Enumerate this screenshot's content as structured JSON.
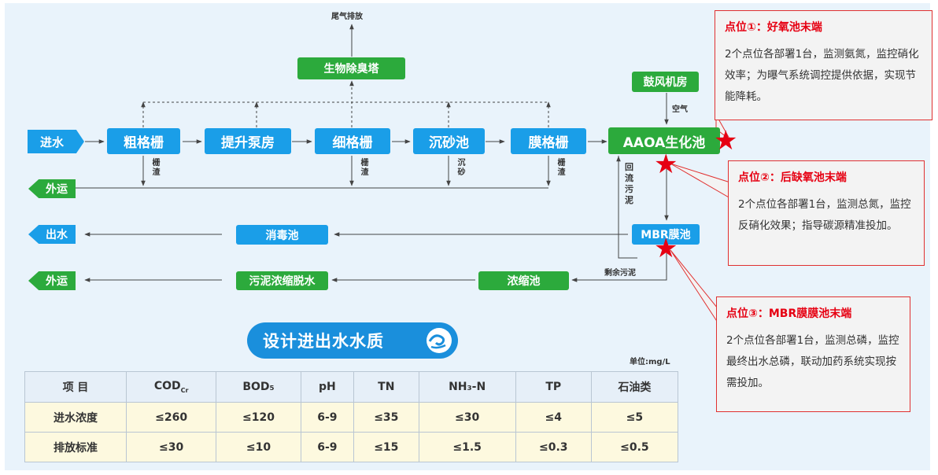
{
  "flow": {
    "exhaust": "尾气排放",
    "deodor": "生物除臭塔",
    "blower": "鼓风机房",
    "air": "空气",
    "inflow": "进水",
    "coarse_screen": "粗格栅",
    "lift_pump": "提升泵房",
    "fine_screen": "细格栅",
    "grit": "沉砂池",
    "membrane_screen": "膜格栅",
    "aaoa": "AAOA生化池",
    "screenings": "栅渣",
    "grit_sand": "沉砂",
    "transport_1": "外运",
    "reflux_sludge": "回流污泥",
    "mbr": "MBR膜池",
    "outflow": "出水",
    "disinfect": "消毒池",
    "excess_sludge": "剩余污泥",
    "thicken": "浓缩池",
    "dewater": "污泥浓缩脱水",
    "transport_2": "外运"
  },
  "callouts": [
    {
      "title": "点位①：好氧池末端",
      "body": "2个点位各部署1台，监测氨氮，监控硝化效率；为曝气系统调控提供依据，实现节能降耗。"
    },
    {
      "title": "点位②：后缺氧池末端",
      "body": "2个点位各部署1台，监测总氮，监控反硝化效果；指导碳源精准投加。"
    },
    {
      "title": "点位③：MBR膜膜池末端",
      "body": "2个点位各部署1台，监测总磷，监控最终出水总磷，联动加药系统实现按需投加。"
    }
  ],
  "quality": {
    "title": "设计进出水水质",
    "unit": "单位:mg/L",
    "headers": [
      "项 目",
      "COD",
      "BOD₅",
      "pH",
      "TN",
      "NH₃-N",
      "TP",
      "石油类"
    ],
    "cod_sub": "Cr",
    "rows": [
      {
        "label": "进水浓度",
        "values": [
          "≤260",
          "≤120",
          "6-9",
          "≤35",
          "≤30",
          "≤4",
          "≤5"
        ]
      },
      {
        "label": "排放标准",
        "values": [
          "≤30",
          "≤10",
          "6-9",
          "≤15",
          "≤1.5",
          "≤0.3",
          "≤0.5"
        ]
      }
    ]
  },
  "colors": {
    "blue": "#1a9ee8",
    "green": "#2caa3c",
    "red": "#e60012",
    "title_blue": "#1a8fdc"
  }
}
